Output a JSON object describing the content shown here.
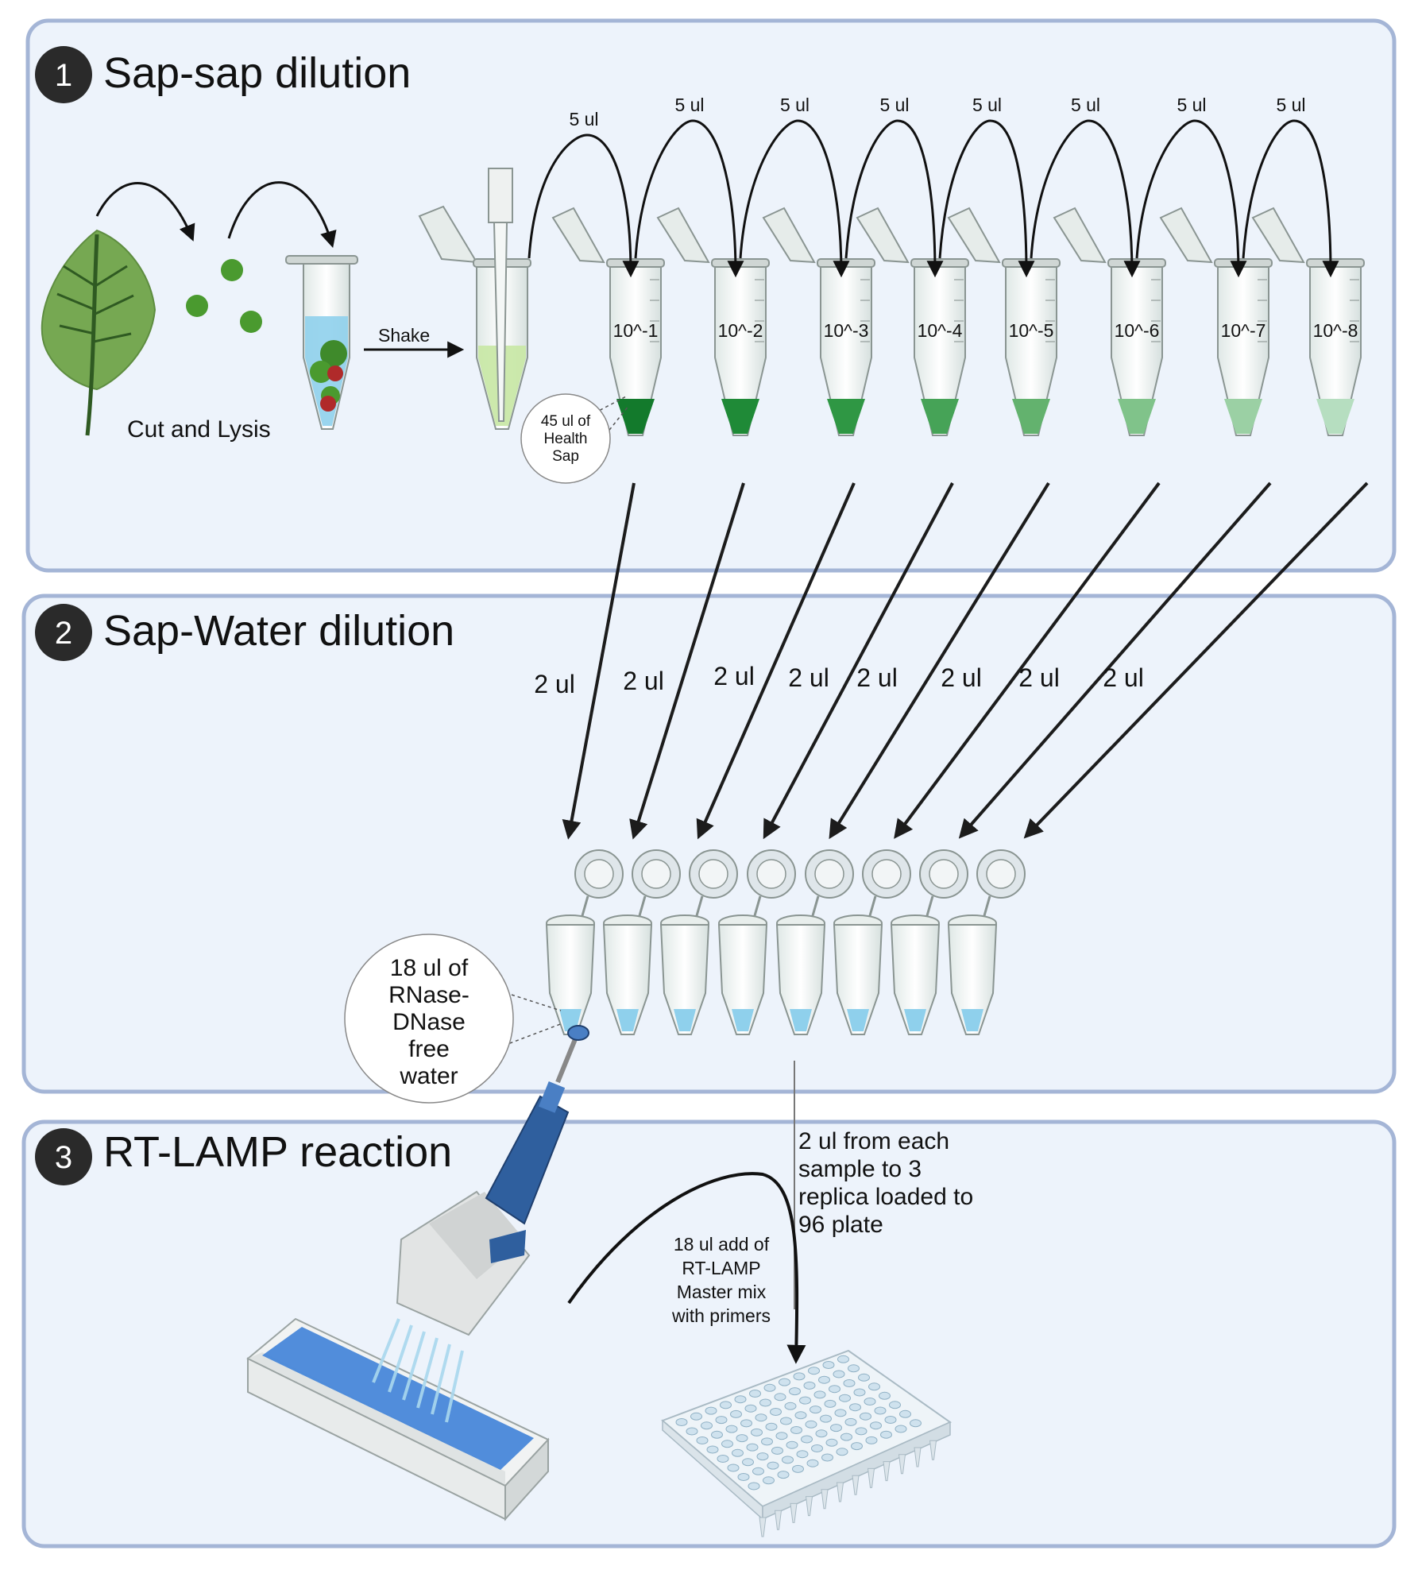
{
  "panels": [
    {
      "number": "1",
      "title": "Sap-sap dilution"
    },
    {
      "number": "2",
      "title": "Sap-Water dilution"
    },
    {
      "number": "3",
      "title": "RT-LAMP reaction"
    }
  ],
  "step1": {
    "cut_lysis": "Cut and Lysis",
    "shake": "Shake",
    "transfer": "5 ul",
    "dilutions": [
      "10^-1",
      "10^-2",
      "10^-3",
      "10^-4",
      "10^-5",
      "10^-6",
      "10^-7",
      "10^-8"
    ],
    "callout": [
      "45 ul of",
      "Health",
      "Sap"
    ]
  },
  "step2": {
    "transfer": "2 ul",
    "callout": [
      "18 ul of",
      "RNase-",
      "DNase",
      "free",
      "water"
    ]
  },
  "step3": {
    "sample_note": [
      "2 ul from each",
      "sample to 3",
      "replica loaded to",
      "96 plate"
    ],
    "mix_note": [
      "18 ul add of",
      "RT-LAMP",
      "Master mix",
      "with primers"
    ]
  },
  "colors": {
    "panel_fill": "#edf3fb",
    "panel_border": "#a4b5d6",
    "badge": "#2a2a2a",
    "leaf": "#76a852",
    "water": "#8fd0ec",
    "reservoir": "#3f82d8",
    "pipette": "#2f5f9e",
    "dilution_greens": [
      "#137a2c",
      "#1f8a37",
      "#2f9744",
      "#46a357",
      "#63b26e",
      "#80c38a",
      "#9bd0a4",
      "#b6dec0"
    ]
  },
  "icons": [
    "leaf-icon",
    "tube-icon",
    "pcr-strip-icon",
    "multichannel-pipette-icon",
    "reservoir-icon",
    "96-well-plate-icon"
  ]
}
